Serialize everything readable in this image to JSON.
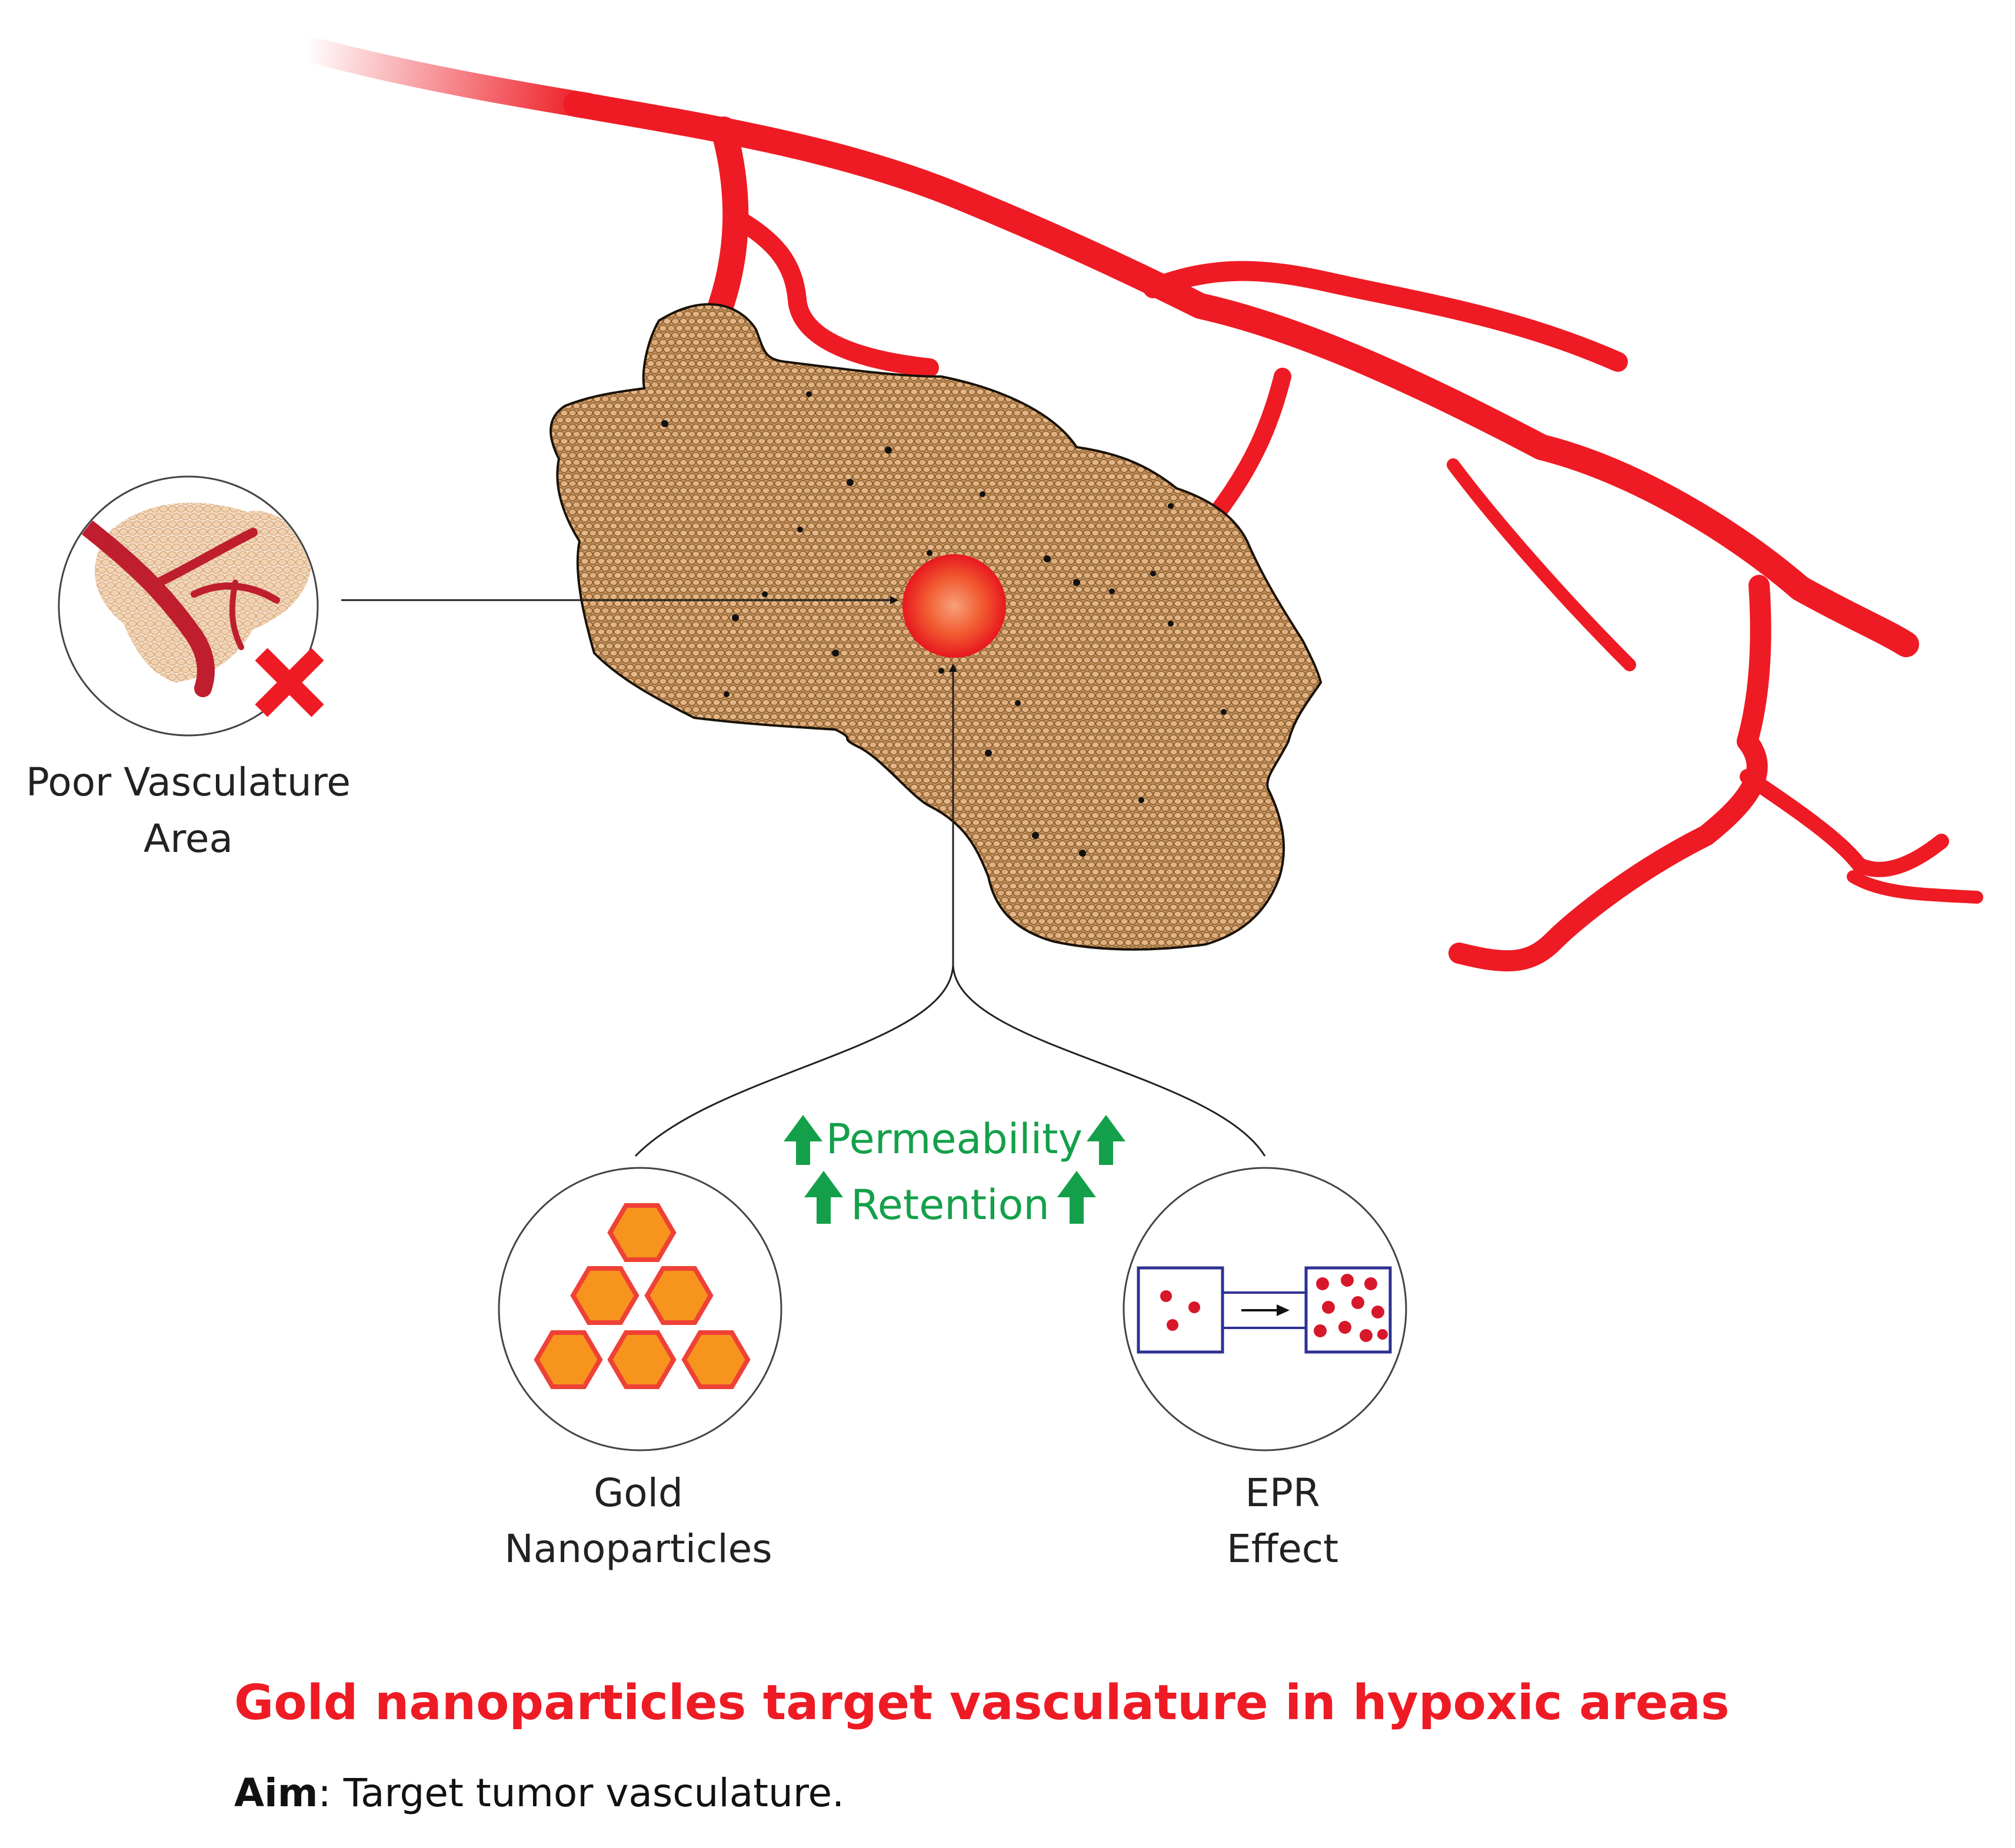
{
  "labels": {
    "poor_vasculature": [
      "Poor Vasculature",
      "Area"
    ],
    "gold_nanoparticles": [
      "Gold",
      "Nanoparticles"
    ],
    "epr_effect": [
      "EPR",
      "Effect"
    ],
    "permeability": "Permeability",
    "retention": "Retention"
  },
  "caption": {
    "title": "Gold nanoparticles target vasculature in hypoxic areas",
    "aim_label": "Aim",
    "aim_text": ": Target tumor vasculature."
  },
  "colors": {
    "vessel": "#ee1b24",
    "tumor": "#c9955e",
    "gold_particle": "#f7941d",
    "particle_outline": "#ef4136",
    "arrow_green": "#14a04a",
    "epr_dot": "#d7182a",
    "epr_box": "#2e3192"
  },
  "icons": {
    "tumor": "tumor-mass-icon",
    "hypoxic_core": "hypoxic-core-icon",
    "cross": "x-mark-icon",
    "arrow_up": "arrow-up-icon"
  }
}
